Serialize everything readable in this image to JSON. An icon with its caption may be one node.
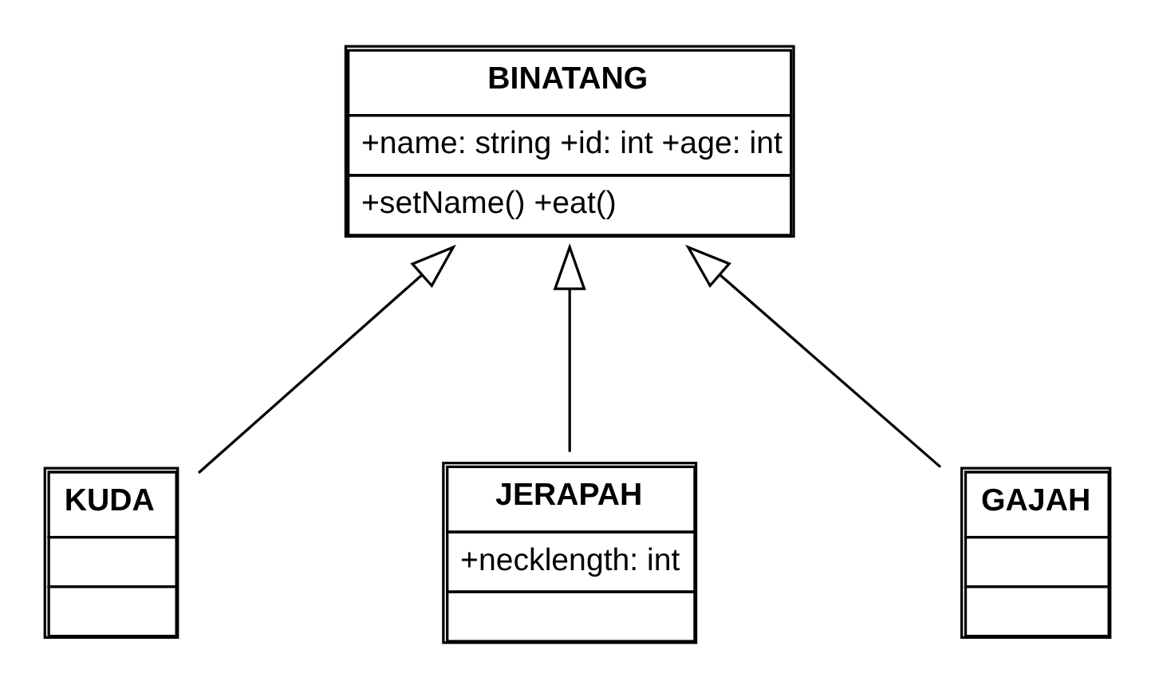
{
  "diagram": {
    "nodes": [
      {
        "text": [
          "BINATANG",
          "+name: string +id: int +age: int",
          "+setName() +eat()"
        ]
      },
      {
        "text": [
          "KUDA"
        ]
      },
      {
        "text": [
          "JERAPAH",
          "+necklength: int"
        ]
      },
      {
        "text": [
          "GAJAH"
        ]
      }
    ],
    "edges": [
      {
        "from": 1,
        "to": 0,
        "arrow": "to"
      },
      {
        "from": 2,
        "to": 0,
        "arrow": "to"
      },
      {
        "from": 3,
        "to": 0,
        "arrow": "to"
      }
    ]
  }
}
